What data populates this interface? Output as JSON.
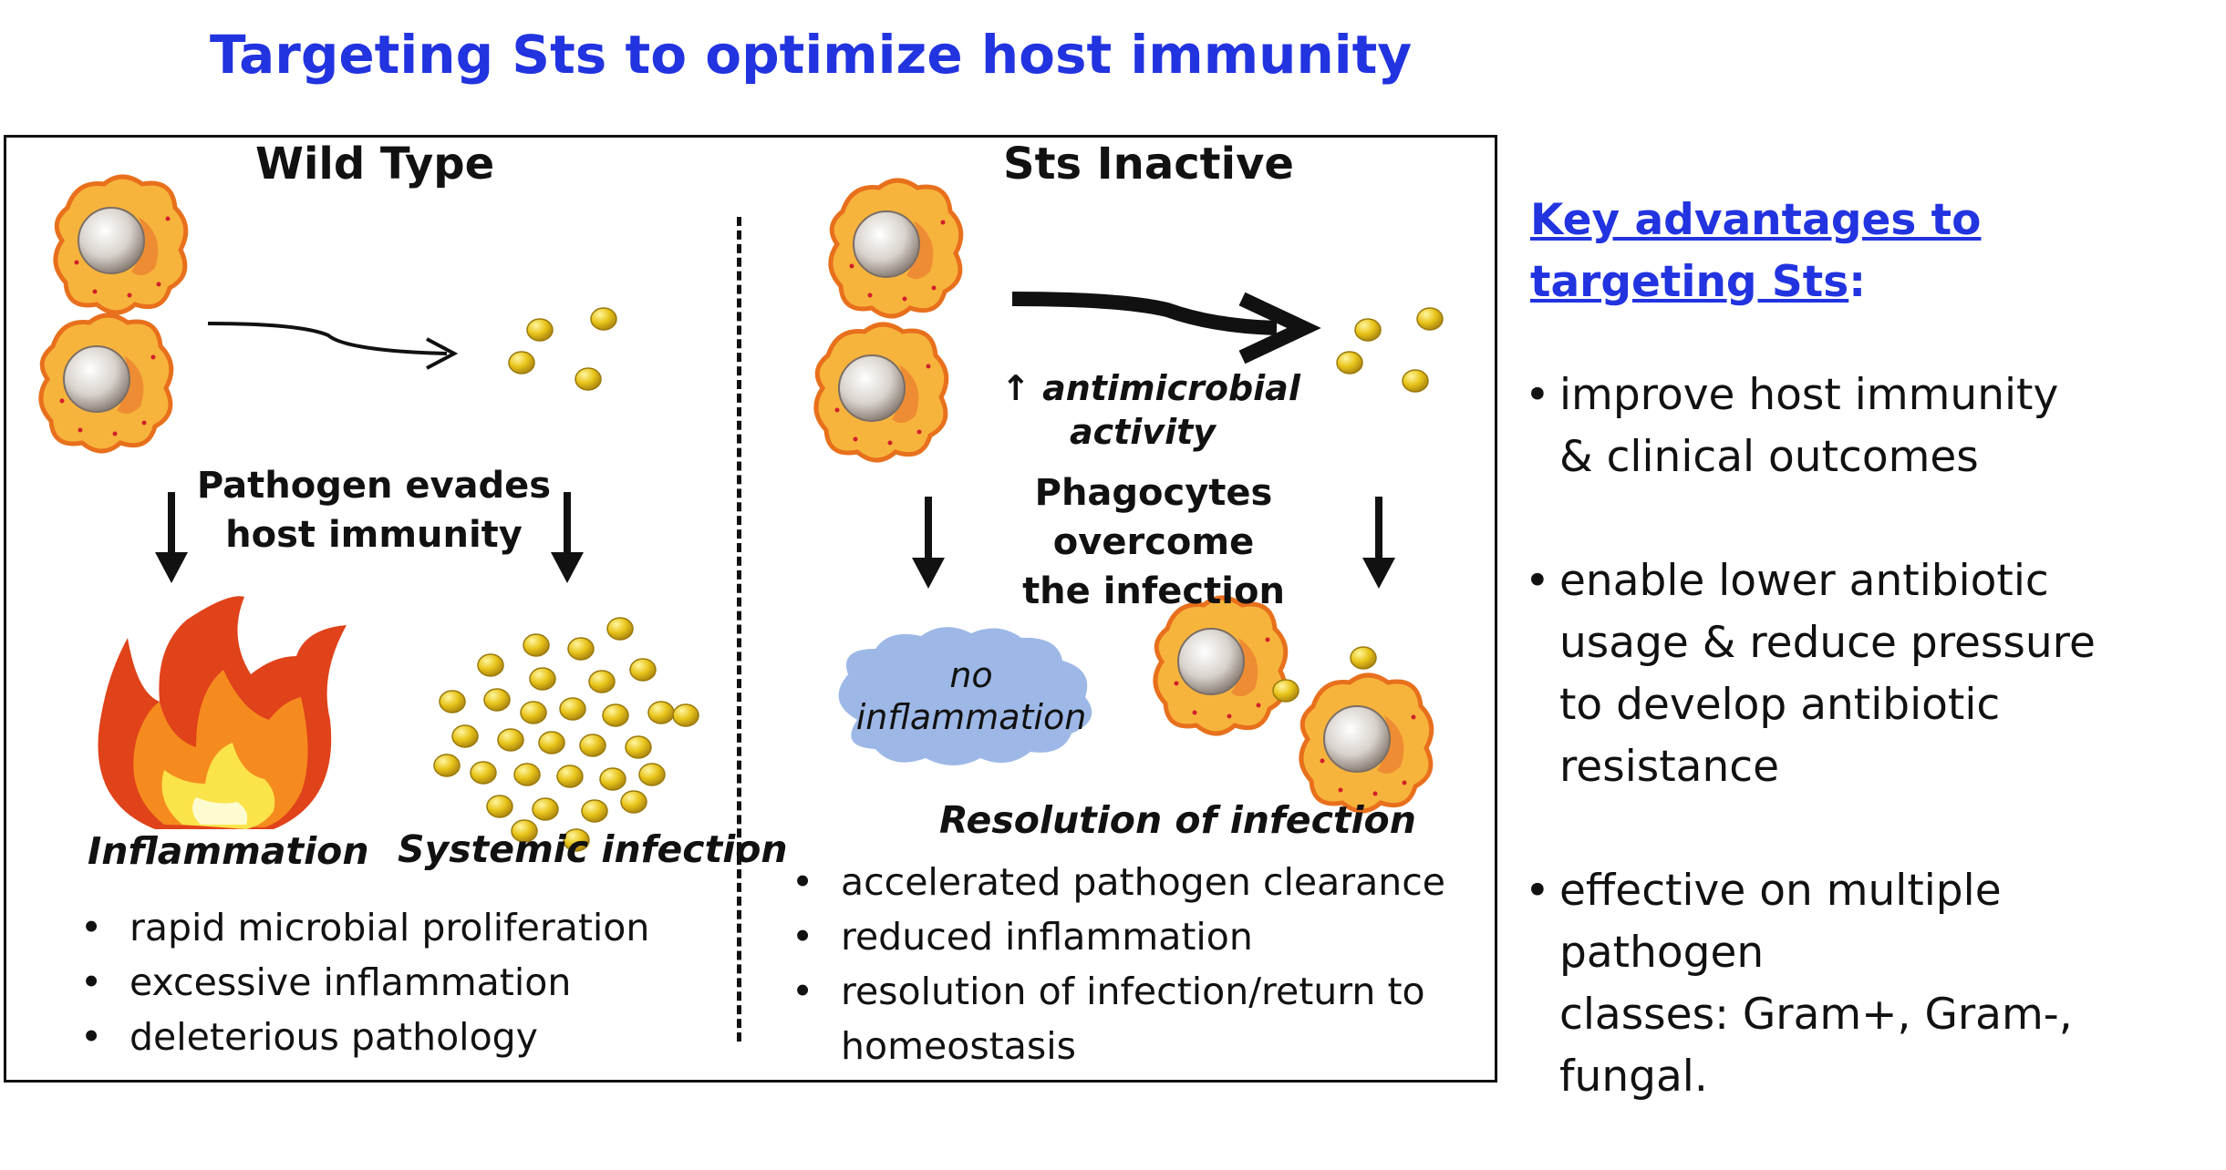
{
  "title": "Targeting Sts to optimize host immunity",
  "wild_type": {
    "header": "Wild Type",
    "middle_text": [
      "Pathogen evades",
      "host immunity"
    ],
    "label_left": "Inflammation",
    "label_right": "Systemic infection",
    "bullets": [
      "rapid microbial proliferation",
      "excessive inflammation",
      "deleterious pathology"
    ]
  },
  "sts_inactive": {
    "header": "Sts Inactive",
    "arrow_label": [
      "↑ antimicrobial",
      "activity"
    ],
    "middle_text": [
      "Phagocytes overcome",
      "the infection"
    ],
    "cloud_text": [
      "no",
      "inflammation"
    ],
    "resolution_label": "Resolution of infection",
    "bullets": [
      "accelerated pathogen clearance",
      "reduced inflammation",
      "resolution of infection/return to",
      "homeostasis"
    ]
  },
  "advantages": {
    "heading_line1": "Key advantages to",
    "heading_line2": "targeting Sts",
    "heading_colon": ":",
    "items": [
      [
        "improve host immunity",
        "& clinical outcomes"
      ],
      [
        "enable lower antibiotic",
        "usage & reduce pressure",
        "to develop antibiotic",
        "resistance"
      ],
      [
        "effective on multiple pathogen",
        "classes: Gram+, Gram-,",
        "fungal."
      ]
    ]
  },
  "colors": {
    "title_blue": "#2233e0",
    "cell_fill": "#f7b43c",
    "cell_outline": "#e8701c",
    "pathogen_yellow": "#e8c41a",
    "cloud_blue": "#9db8e6",
    "flame_red": "#e0421a"
  },
  "icons": [
    "phagocyte-cell-icon",
    "pathogen-dot-icon",
    "flame-icon",
    "cloud-icon",
    "down-arrow-icon",
    "right-arrow-icon"
  ]
}
